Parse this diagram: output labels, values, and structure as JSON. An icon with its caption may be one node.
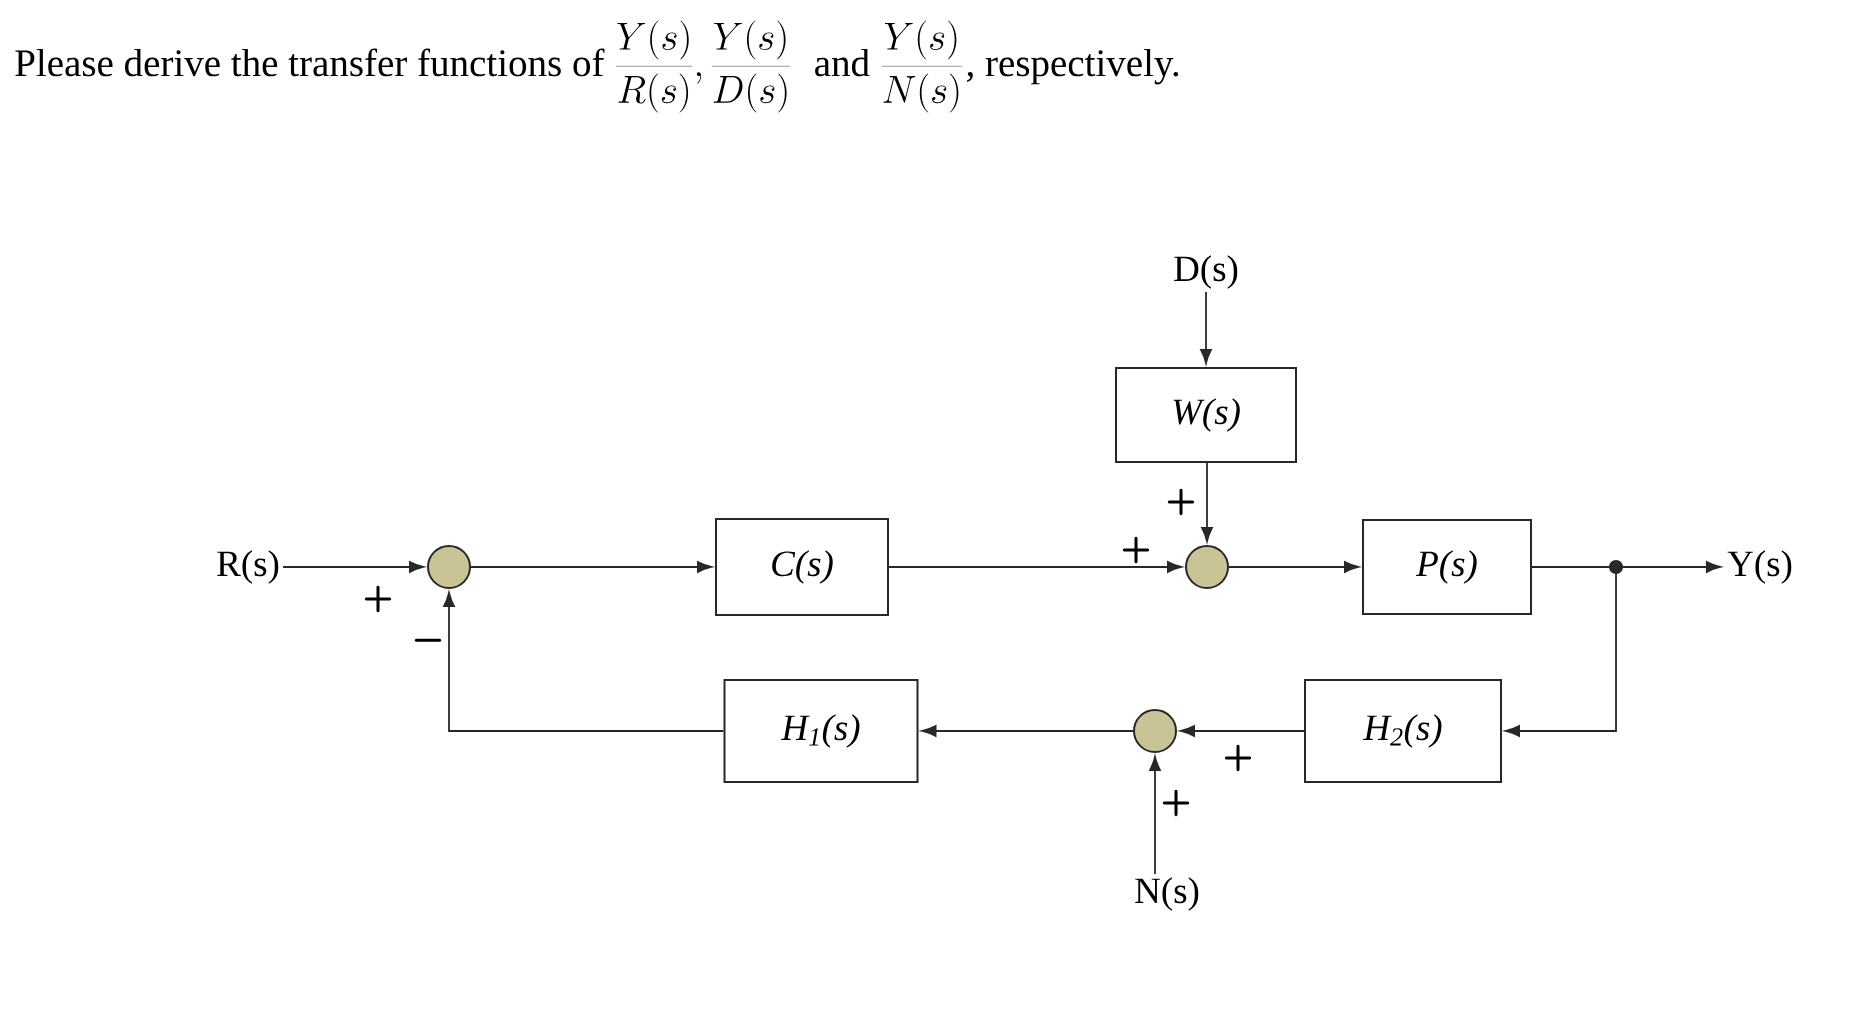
{
  "diagram": {
    "title": "Please derive the transfer functions of",
    "nodes": [
      {
        "text": [
          "R(s)"
        ]
      },
      {
        "text": [],
        "shape": "circle"
      },
      {
        "text": [
          "C(s)"
        ]
      },
      {
        "text": [
          "D(s)"
        ]
      },
      {
        "text": [
          "W(s)"
        ]
      },
      {
        "text": [],
        "shape": "circle"
      },
      {
        "text": [
          "P(s)"
        ]
      },
      {
        "text": [
          "Y(s)"
        ]
      },
      {
        "text": [
          "H$_{2}$(s)"
        ]
      },
      {
        "text": [],
        "shape": "circle"
      },
      {
        "text": [
          "N(s)"
        ]
      },
      {
        "text": [
          "H$_{1}$(s)"
        ]
      }
    ],
    "edges": [
      {
        "from": 0,
        "to": 1,
        "arrow": "to"
      },
      {
        "from": 1,
        "to": 2,
        "arrow": "to"
      },
      {
        "from": 2,
        "to": 5,
        "arrow": "to"
      },
      {
        "from": 3,
        "to": 4,
        "arrow": "to"
      },
      {
        "from": 4,
        "to": 5,
        "arrow": "to"
      },
      {
        "from": 5,
        "to": 6,
        "arrow": "to"
      },
      {
        "from": 6,
        "to": 7,
        "arrow": "to"
      },
      {
        "from": 6,
        "to": 8,
        "arrow": "to"
      },
      {
        "from": 8,
        "to": 9,
        "arrow": "to"
      },
      {
        "from": 10,
        "to": 9,
        "arrow": "to"
      },
      {
        "from": 9,
        "to": 11,
        "arrow": "to"
      },
      {
        "from": 11,
        "to": 1,
        "arrow": "to"
      }
    ],
    "labels": [
      "\\frac{Y(s)}{R(s)},\\frac{Y(s)}{D(s)}",
      "and",
      "\\frac{Y(s)}{N(s)}",
      ", respectively.",
      "+",
      "−",
      "+",
      "+",
      "+",
      "+"
    ]
  }
}
